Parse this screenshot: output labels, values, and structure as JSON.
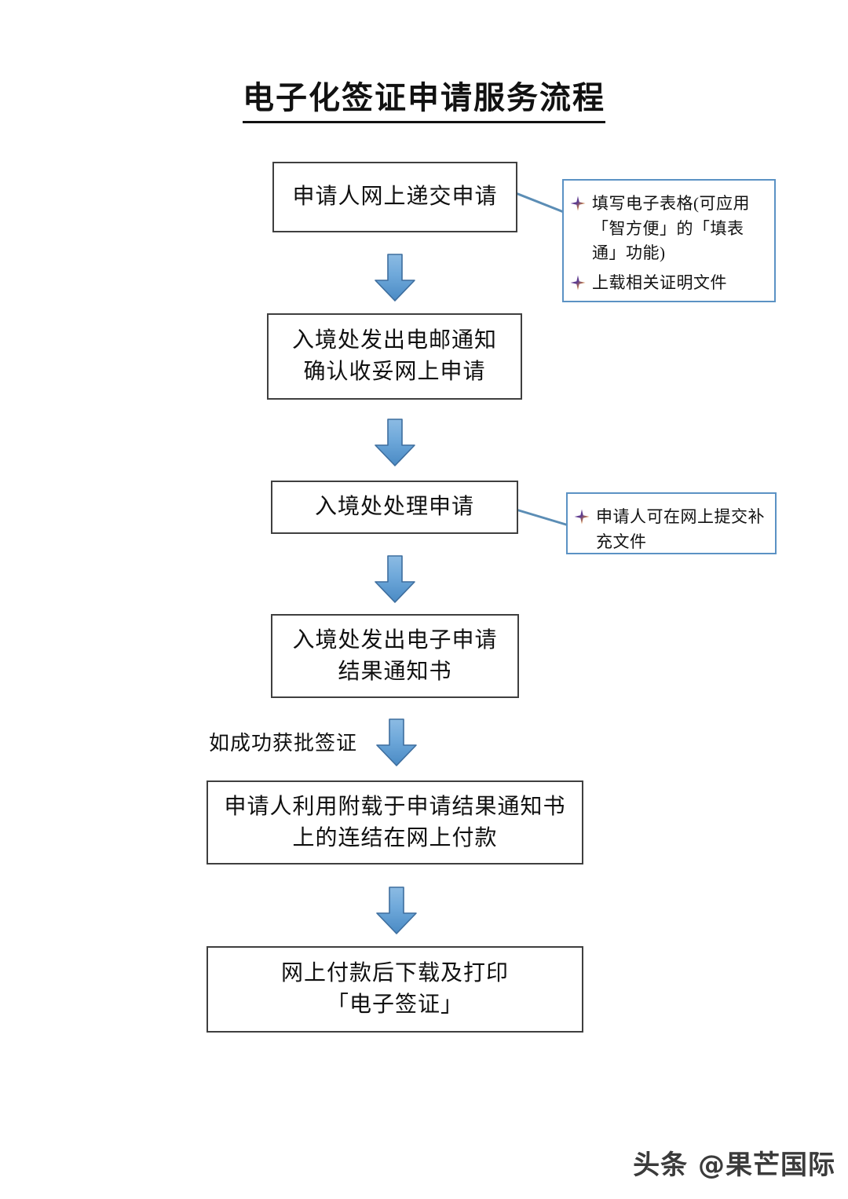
{
  "document": {
    "title": "电子化签证申请服务流程"
  },
  "flow": {
    "steps": [
      {
        "id": "step-1",
        "text": "申请人网上递交申请"
      },
      {
        "id": "step-2",
        "text": "入境处发出电邮通知\n确认收妥网上申请"
      },
      {
        "id": "step-3",
        "text": "入境处处理申请"
      },
      {
        "id": "step-4",
        "text": "入境处发出电子申请\n结果通知书"
      },
      {
        "id": "step-5",
        "text": "申请人利用附载于申请结果通知书\n上的连结在网上付款"
      },
      {
        "id": "step-6",
        "text": "网上付款后下载及打印\n「电子签证」"
      }
    ],
    "condition_label": "如成功获批签证",
    "arrow_icon": "down-arrow-icon",
    "arrow_count": 5
  },
  "notes": [
    {
      "id": "note-1",
      "attached_to": "step-1",
      "bullets": [
        "填写电子表格(可应用「智方便」的「填表通」功能)",
        "上载相关证明文件"
      ]
    },
    {
      "id": "note-2",
      "attached_to": "step-3",
      "bullets": [
        "申请人可在网上提交补充文件"
      ]
    }
  ],
  "watermark": {
    "text": "头条 @果芒国际"
  },
  "colors": {
    "arrow_fill_light": "#7FB3E0",
    "arrow_fill_dark": "#4E8FC8",
    "arrow_stroke": "#3E6E9E",
    "note_border": "#5b92c4",
    "box_border": "#3f3f3f",
    "connector": "#5b8db5",
    "text": "#101010"
  }
}
